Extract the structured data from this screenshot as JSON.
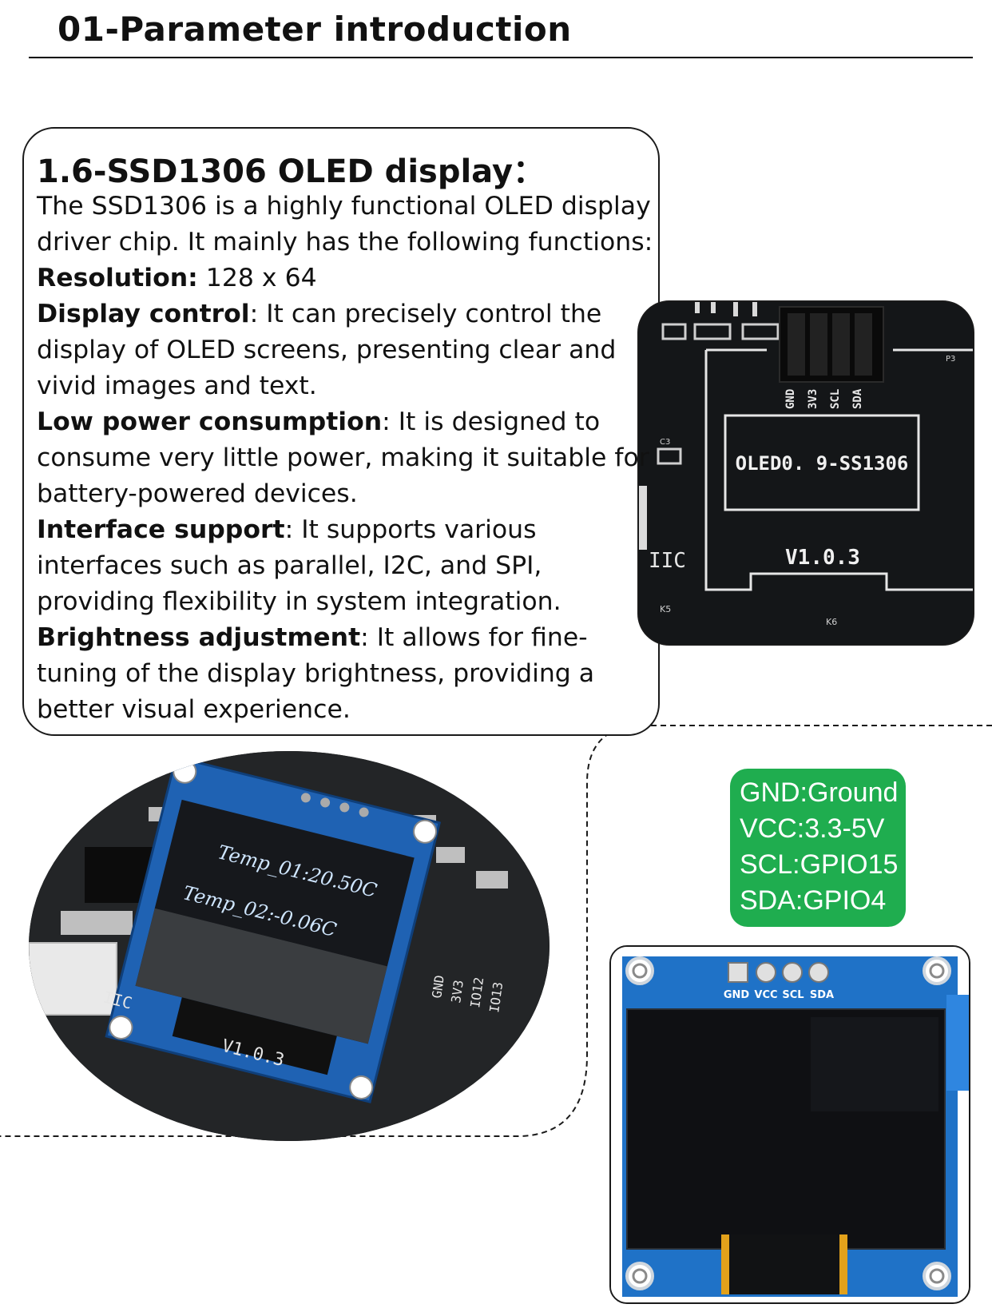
{
  "page": {
    "title": "01-Parameter introduction"
  },
  "spec": {
    "heading": "1.6-SSD1306 OLED  display：",
    "intro": "The SSD1306 is a highly functional OLED display driver chip. It mainly has the following functions:",
    "features": [
      {
        "label": "Resolution:",
        "text": " 128 x 64"
      },
      {
        "label": "Display control",
        "text": ": It can precisely control the display of OLED screens, presenting clear and vivid images and text."
      },
      {
        "label": "Low power consumption",
        "text": ": It is designed to consume very little power, making it suitable for battery-powered devices."
      },
      {
        "label": "Interface support",
        "text": ": It supports various interfaces such as parallel, I2C, and SPI, providing flexibility in system integration."
      },
      {
        "label": "Brightness adjustment",
        "text": ": It allows for fine-tuning of the display brightness, providing a better visual experience."
      }
    ]
  },
  "photo_board_top": {
    "pins": [
      "GND",
      "3V3",
      "SCL",
      "SDA"
    ],
    "silk_model": "OLED0. 9-SS1306",
    "silk_version": "V1.0.3",
    "silk_iic": "IIC",
    "silk_c3": "C3",
    "silk_k5": "K5",
    "silk_k6": "K6",
    "silk_p3": "P3"
  },
  "photo_board_ellipse": {
    "screen_line_1": "Temp_01:20.50C",
    "screen_line_2": "Temp_02:-0.06C",
    "pins": [
      "GND",
      "3V3",
      "IO12",
      "IO13"
    ],
    "silk_version": "V1.0.3",
    "silk_iic": "IIC"
  },
  "photo_oled_module": {
    "pins": [
      "GND",
      "VCC",
      "SCL",
      "SDA"
    ]
  },
  "pin_map": {
    "lines": [
      "GND:Ground",
      "VCC:3.3-5V",
      "SCL:GPIO15",
      "SDA:GPIO4"
    ]
  },
  "colors": {
    "pin_box_bg": "#1fad4f",
    "pcb_black": "#101214",
    "pcb_blue": "#1f72c7",
    "oled_text": "#cfe6ff"
  }
}
